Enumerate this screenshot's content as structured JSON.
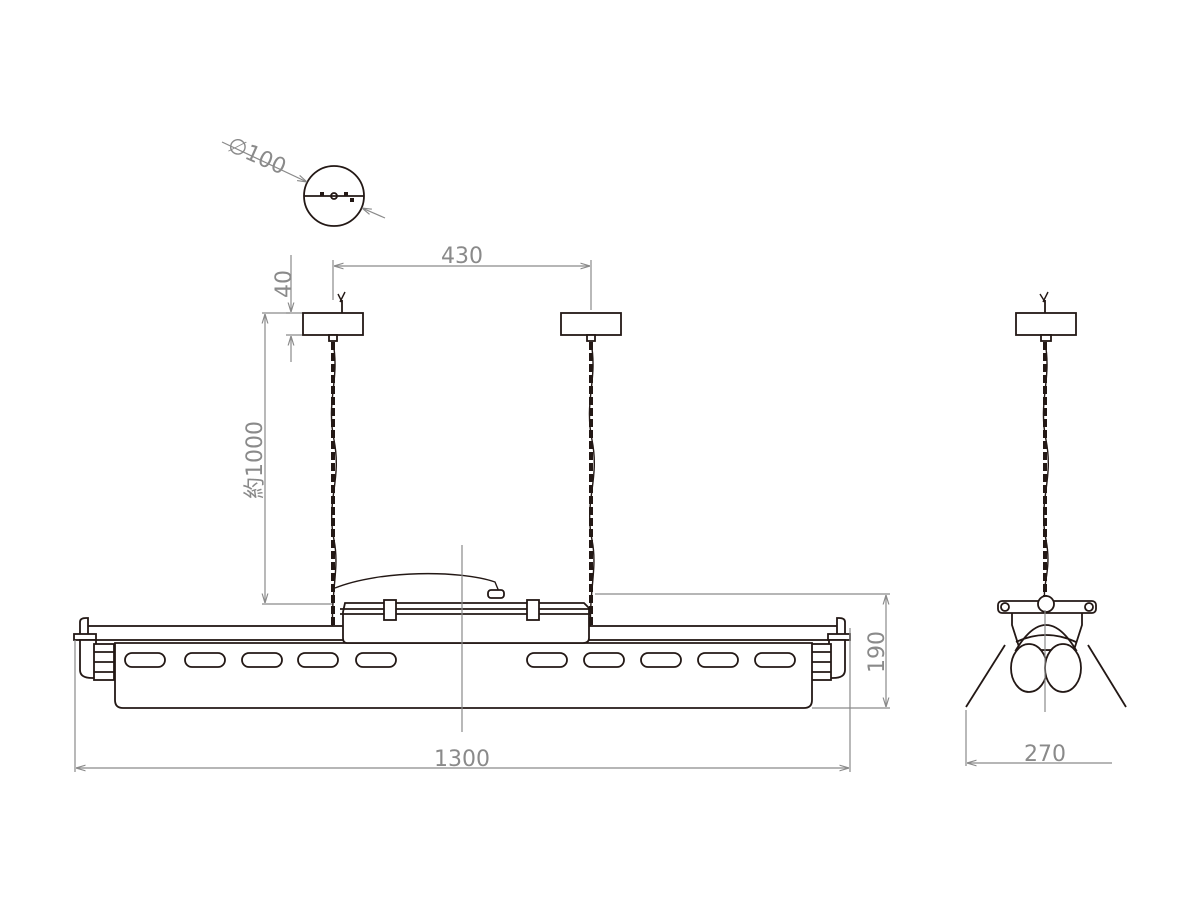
{
  "drawing": {
    "dimensions": {
      "canopy_diameter": "∅100",
      "canopy_spacing": "430",
      "canopy_height": "40",
      "chain_length": "約1000",
      "overall_length": "1300",
      "fixture_height": "190",
      "side_width": "270"
    },
    "colors": {
      "line": "#231815",
      "dimension": "#8a8a8a"
    }
  }
}
